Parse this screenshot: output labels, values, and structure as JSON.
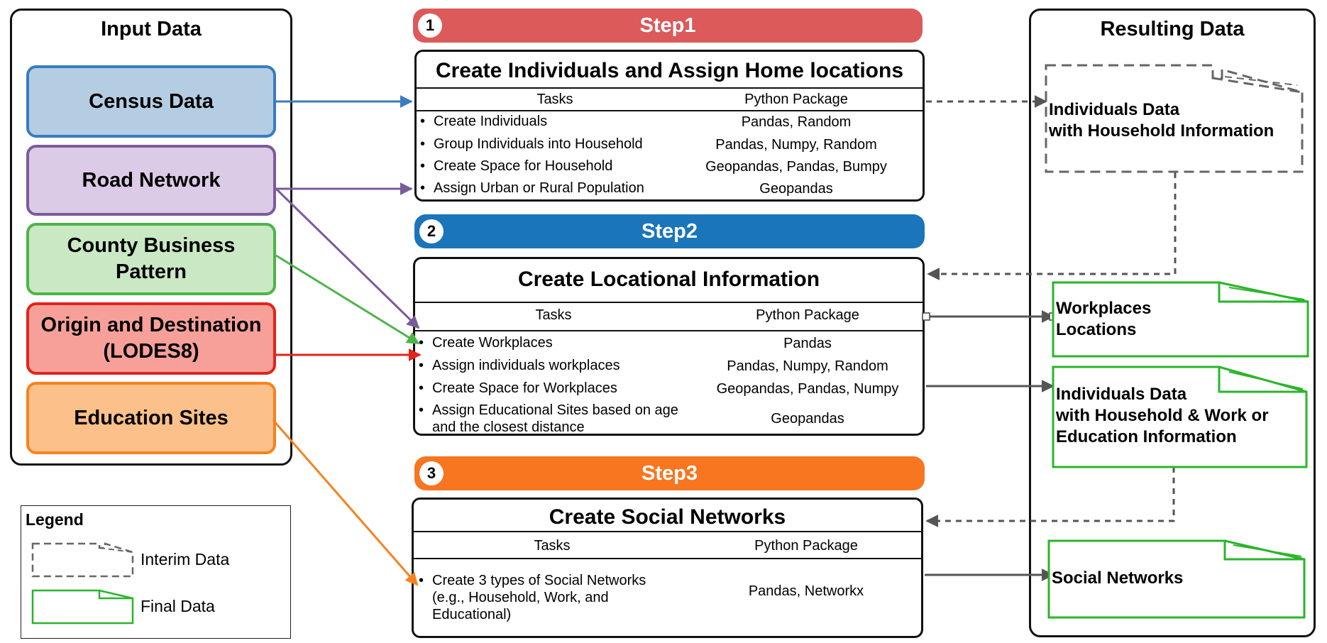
{
  "input_panel": {
    "title": "Input Data",
    "sources": [
      {
        "label": "Census Data",
        "fill": "#b4cde3",
        "border": "#3a7bbf"
      },
      {
        "label": "Road Network",
        "fill": "#dccbe6",
        "border": "#7a5c9a"
      },
      {
        "label": "County Business\nPattern",
        "fill": "#c9e8c3",
        "border": "#4fb34a"
      },
      {
        "label": "Origin and Destination\n(LODES8)",
        "fill": "#f7a09a",
        "border": "#e0251b"
      },
      {
        "label": "Education Sites",
        "fill": "#fcc08a",
        "border": "#f5831f"
      }
    ]
  },
  "legend": {
    "title": "Legend",
    "interim_label": "Interim Data",
    "final_label": "Final Data"
  },
  "steps": [
    {
      "number": "1",
      "banner_label": "Step1",
      "banner_color": "#dc5a5a",
      "title": "Create Individuals and Assign Home locations",
      "tasks_header": "Tasks",
      "package_header": "Python Package",
      "rows": [
        {
          "task": "Create Individuals",
          "package": "Pandas, Random"
        },
        {
          "task": "Group Individuals into Household",
          "package": "Pandas, Numpy, Random"
        },
        {
          "task": "Create Space for Household",
          "package": "Geopandas, Pandas, Bumpy"
        },
        {
          "task": "Assign Urban or Rural Population",
          "package": "Geopandas"
        }
      ]
    },
    {
      "number": "2",
      "banner_label": "Step2",
      "banner_color": "#1a75bb",
      "title": "Create Locational Information",
      "tasks_header": "Tasks",
      "package_header": "Python Package",
      "rows": [
        {
          "task": "Create Workplaces",
          "package": "Pandas"
        },
        {
          "task": "Assign individuals workplaces",
          "package": "Pandas, Numpy, Random"
        },
        {
          "task": "Create Space for Workplaces",
          "package": "Geopandas, Pandas, Numpy"
        },
        {
          "task": "Assign Educational Sites based on age\nand the closest distance",
          "package": "Geopandas"
        }
      ]
    },
    {
      "number": "3",
      "banner_label": "Step3",
      "banner_color": "#f7761f",
      "title": "Create Social Networks",
      "tasks_header": "Tasks",
      "package_header": "Python Package",
      "rows": [
        {
          "task": "Create 3 types of Social Networks\n(e.g., Household, Work, and\nEducational)",
          "package": "Pandas, Networkx"
        }
      ]
    }
  ],
  "result_panel": {
    "title": "Resulting Data",
    "outputs": [
      {
        "label": "Individuals Data\nwith Household Information",
        "kind": "interim"
      },
      {
        "label": "Workplaces\nLocations",
        "kind": "final"
      },
      {
        "label": "Individuals Data\nwith Household & Work or\nEducation Information",
        "kind": "final"
      },
      {
        "label": "Social Networks",
        "kind": "final"
      }
    ]
  },
  "colors": {
    "interim_border": "#666666",
    "final_border": "#2ab52a",
    "connector_gray": "#555555"
  }
}
